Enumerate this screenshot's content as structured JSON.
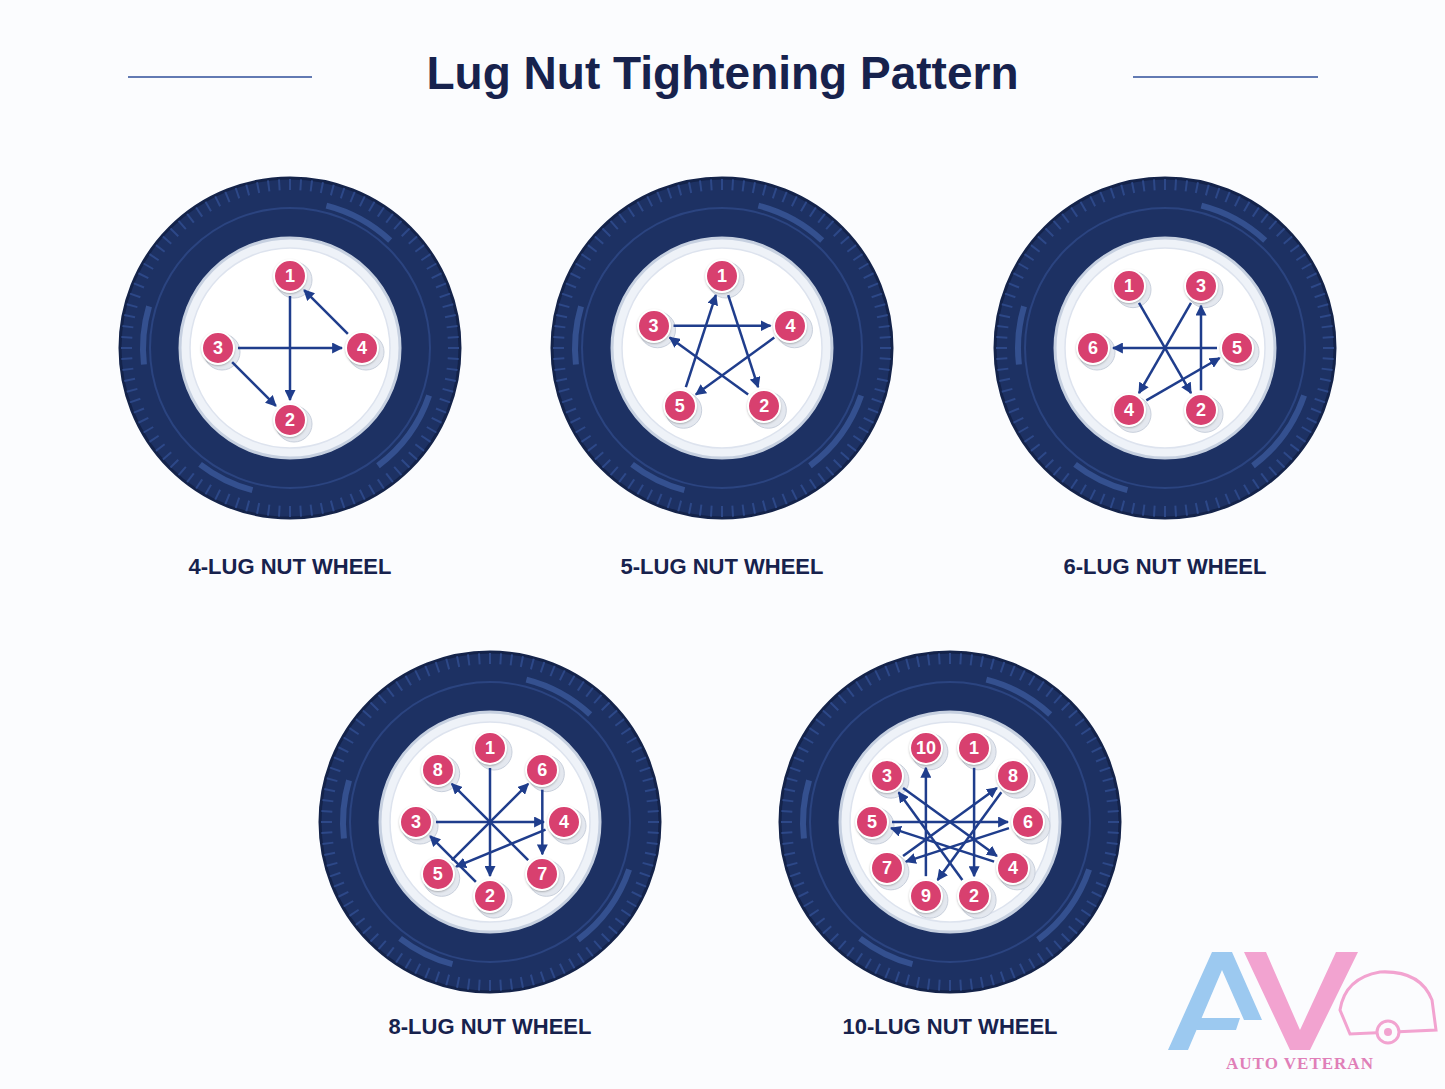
{
  "diagram": {
    "title": "Lug Nut Tightening Pattern",
    "nodes": [
      {
        "text": [
          "4-LUG NUT WHEEL"
        ]
      },
      {
        "text": [
          "1"
        ],
        "in": 0
      },
      {
        "text": [
          "2"
        ],
        "in": 0
      },
      {
        "text": [
          "3"
        ],
        "in": 0
      },
      {
        "text": [
          "4"
        ],
        "in": 0
      },
      {
        "text": [
          "5-LUG NUT WHEEL"
        ]
      },
      {
        "text": [
          "1"
        ],
        "in": 5
      },
      {
        "text": [
          "2"
        ],
        "in": 5
      },
      {
        "text": [
          "3"
        ],
        "in": 5
      },
      {
        "text": [
          "4"
        ],
        "in": 5
      },
      {
        "text": [
          "5"
        ],
        "in": 5
      },
      {
        "text": [
          "6-LUG NUT WHEEL"
        ]
      },
      {
        "text": [
          "1"
        ],
        "in": 11
      },
      {
        "text": [
          "2"
        ],
        "in": 11
      },
      {
        "text": [
          "3"
        ],
        "in": 11
      },
      {
        "text": [
          "4"
        ],
        "in": 11
      },
      {
        "text": [
          "5"
        ],
        "in": 11
      },
      {
        "text": [
          "6"
        ],
        "in": 11
      },
      {
        "text": [
          "8-LUG NUT WHEEL"
        ]
      },
      {
        "text": [
          "1"
        ],
        "in": 18
      },
      {
        "text": [
          "2"
        ],
        "in": 18
      },
      {
        "text": [
          "3"
        ],
        "in": 18
      },
      {
        "text": [
          "4"
        ],
        "in": 18
      },
      {
        "text": [
          "5"
        ],
        "in": 18
      },
      {
        "text": [
          "6"
        ],
        "in": 18
      },
      {
        "text": [
          "7"
        ],
        "in": 18
      },
      {
        "text": [
          "8"
        ],
        "in": 18
      },
      {
        "text": [
          "10-LUG NUT WHEEL"
        ]
      },
      {
        "text": [
          "1"
        ],
        "in": 27
      },
      {
        "text": [
          "2"
        ],
        "in": 27
      },
      {
        "text": [
          "3"
        ],
        "in": 27
      },
      {
        "text": [
          "4"
        ],
        "in": 27
      },
      {
        "text": [
          "5"
        ],
        "in": 27
      },
      {
        "text": [
          "6"
        ],
        "in": 27
      },
      {
        "text": [
          "7"
        ],
        "in": 27
      },
      {
        "text": [
          "8"
        ],
        "in": 27
      },
      {
        "text": [
          "9"
        ],
        "in": 27
      },
      {
        "text": [
          "10"
        ],
        "in": 27
      }
    ],
    "edges": [
      {
        "from": 1,
        "to": 2,
        "arrow": "to"
      },
      {
        "from": 3,
        "to": 2,
        "arrow": "to"
      },
      {
        "from": 3,
        "to": 4,
        "arrow": "to"
      },
      {
        "from": 4,
        "to": 1,
        "arrow": "to"
      },
      {
        "from": 6,
        "to": 7,
        "arrow": "to"
      },
      {
        "from": 7,
        "to": 8,
        "arrow": "to"
      },
      {
        "from": 8,
        "to": 9,
        "arrow": "to"
      },
      {
        "from": 9,
        "to": 10,
        "arrow": "to"
      },
      {
        "from": 10,
        "to": 6,
        "arrow": "to"
      },
      {
        "from": 12,
        "to": 13,
        "arrow": "to"
      },
      {
        "from": 13,
        "to": 14,
        "arrow": "to"
      },
      {
        "from": 14,
        "to": 15,
        "arrow": "to"
      },
      {
        "from": 15,
        "to": 16,
        "arrow": "to"
      },
      {
        "from": 16,
        "to": 17,
        "arrow": "to"
      },
      {
        "from": 19,
        "to": 20,
        "arrow": "to"
      },
      {
        "from": 20,
        "to": 21,
        "arrow": "to"
      },
      {
        "from": 21,
        "to": 22,
        "arrow": "to"
      },
      {
        "from": 22,
        "to": 23,
        "arrow": "to"
      },
      {
        "from": 23,
        "to": 24,
        "arrow": "to"
      },
      {
        "from": 24,
        "to": 25,
        "arrow": "to"
      },
      {
        "from": 25,
        "to": 26,
        "arrow": "to"
      },
      {
        "from": 28,
        "to": 29,
        "arrow": "to"
      },
      {
        "from": 29,
        "to": 30,
        "arrow": "to"
      },
      {
        "from": 30,
        "to": 31,
        "arrow": "to"
      },
      {
        "from": 31,
        "to": 32,
        "arrow": "to"
      },
      {
        "from": 32,
        "to": 33,
        "arrow": "to"
      },
      {
        "from": 33,
        "to": 34,
        "arrow": "to"
      },
      {
        "from": 34,
        "to": 35,
        "arrow": "to"
      },
      {
        "from": 35,
        "to": 36,
        "arrow": "to"
      },
      {
        "from": 36,
        "to": 37,
        "arrow": "to"
      }
    ],
    "labels": [
      "AUTO VETERAN"
    ]
  }
}
